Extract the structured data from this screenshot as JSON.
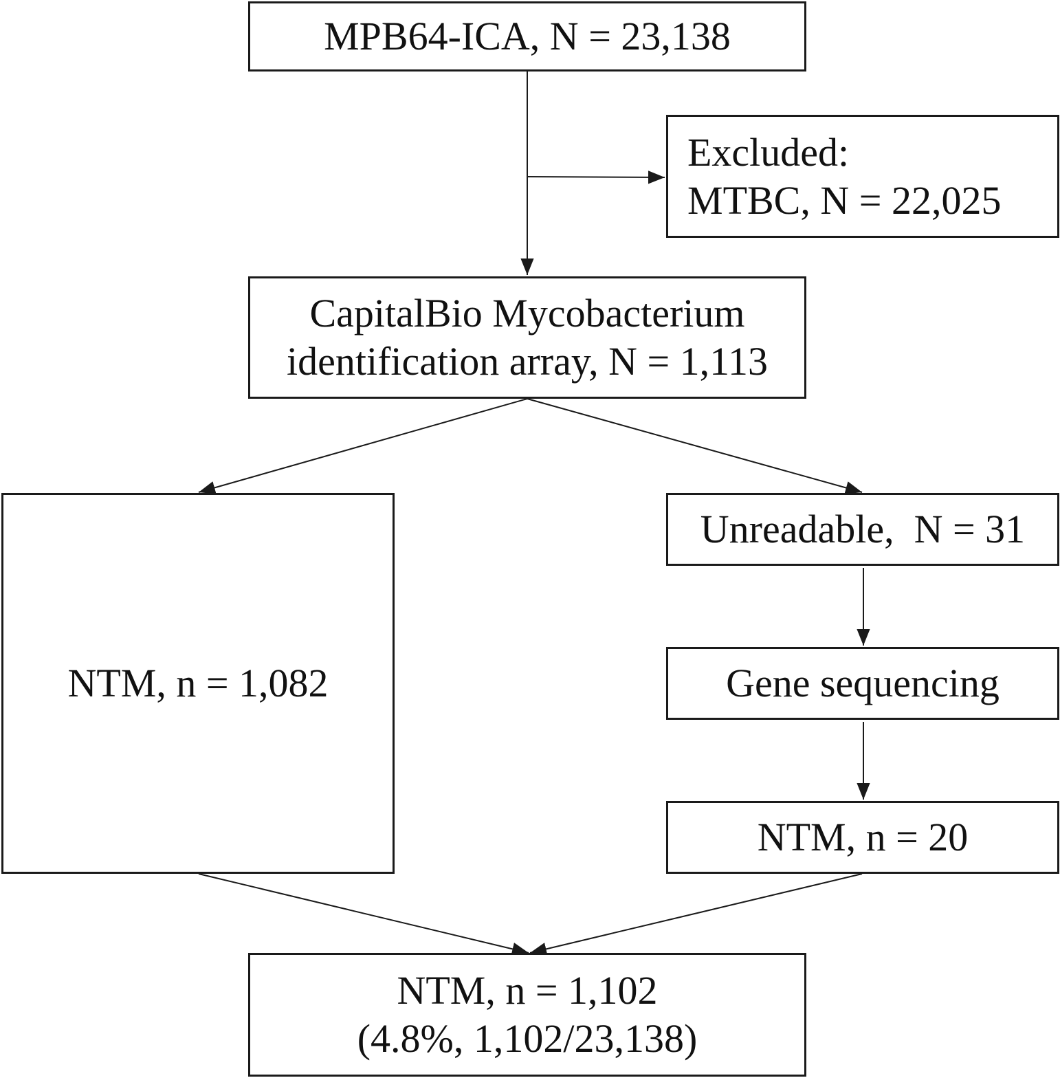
{
  "boxes": {
    "start": {
      "line1": "MPB64-ICA, N = 23,138"
    },
    "excluded": {
      "line1": "Excluded:",
      "line2": "MTBC, N = 22,025"
    },
    "array": {
      "line1": "CapitalBio Mycobacterium",
      "line2": "identification array, N = 1,113"
    },
    "ntm_main": {
      "line1": "NTM, n = 1,082"
    },
    "unreadable": {
      "line1": "Unreadable,  N = 31"
    },
    "sequencing": {
      "line1": "Gene sequencing"
    },
    "ntm_sequenced": {
      "line1": "NTM, n = 20"
    },
    "total": {
      "line1": "NTM, n = 1,102",
      "line2": "(4.8%, 1,102/23,138)"
    }
  },
  "colors": {
    "stroke": "#1a1a1a",
    "background": "#ffffff"
  }
}
